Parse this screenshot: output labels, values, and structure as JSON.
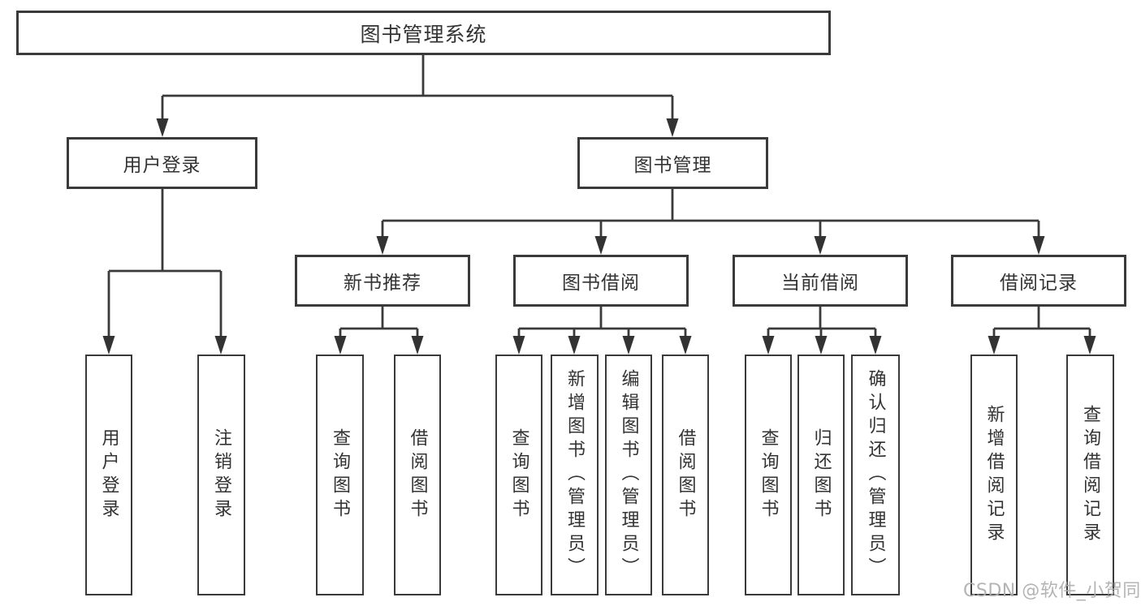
{
  "canvas": {
    "background": "#ffffff",
    "line_color": "#3a3a3a",
    "text_color": "#333333"
  },
  "watermark": {
    "text": "CSDN @软件_小贺同学",
    "color": "#aeaeae"
  },
  "tree": {
    "label": "图书管理系统",
    "children": [
      {
        "label": "用户登录",
        "children": [
          {
            "label": "用户登录"
          },
          {
            "label": "注销登录"
          }
        ]
      },
      {
        "label": "图书管理",
        "children": [
          {
            "label": "新书推荐",
            "children": [
              {
                "label": "查询图书"
              },
              {
                "label": "借阅图书"
              }
            ]
          },
          {
            "label": "图书借阅",
            "children": [
              {
                "label": "查询图书"
              },
              {
                "label": "新增图书（管理员）"
              },
              {
                "label": "编辑图书（管理员）"
              },
              {
                "label": "借阅图书"
              }
            ]
          },
          {
            "label": "当前借阅",
            "children": [
              {
                "label": "查询图书"
              },
              {
                "label": "归还图书"
              },
              {
                "label": "确认归还（管理员）"
              }
            ]
          },
          {
            "label": "借阅记录",
            "children": [
              {
                "label": "新增借阅记录"
              },
              {
                "label": "查询借阅记录"
              }
            ]
          }
        ]
      }
    ]
  }
}
